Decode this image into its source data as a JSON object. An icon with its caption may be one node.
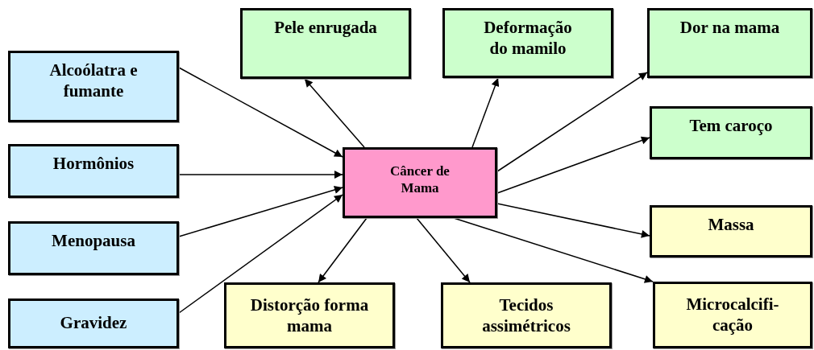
{
  "diagram": {
    "nodes": [
      {
        "text": [
          "Pele enrugada"
        ]
      },
      {
        "text": [
          "Deformação do mamilo"
        ]
      },
      {
        "text": [
          "Dor na mama"
        ]
      },
      {
        "text": [
          "Alcoólatra e fumante"
        ]
      },
      {
        "text": [
          "Tem caroço"
        ]
      },
      {
        "text": [
          "Hormônios"
        ]
      },
      {
        "text": [
          "Câncer de Mama"
        ]
      },
      {
        "text": [
          "Massa"
        ]
      },
      {
        "text": [
          "Menopausa"
        ]
      },
      {
        "text": [
          "Microcalcifi- cação"
        ]
      },
      {
        "text": [
          "Distorção forma mama"
        ]
      },
      {
        "text": [
          "Tecidos assimétricos"
        ]
      },
      {
        "text": [
          "Gravidez"
        ]
      }
    ],
    "edges": [
      {
        "from": 3,
        "to": 6,
        "arrow": "to"
      },
      {
        "from": 5,
        "to": 6,
        "arrow": "to"
      },
      {
        "from": 8,
        "to": 6,
        "arrow": "to"
      },
      {
        "from": 12,
        "to": 6,
        "arrow": "to"
      },
      {
        "from": 6,
        "to": 0,
        "arrow": "to"
      },
      {
        "from": 6,
        "to": 1,
        "arrow": "to"
      },
      {
        "from": 6,
        "to": 2,
        "arrow": "to"
      },
      {
        "from": 6,
        "to": 4,
        "arrow": "to"
      },
      {
        "from": 6,
        "to": 7,
        "arrow": "to"
      },
      {
        "from": 6,
        "to": 9,
        "arrow": "to"
      },
      {
        "from": 6,
        "to": 10,
        "arrow": "to"
      },
      {
        "from": 6,
        "to": 11,
        "arrow": "to"
      }
    ]
  }
}
